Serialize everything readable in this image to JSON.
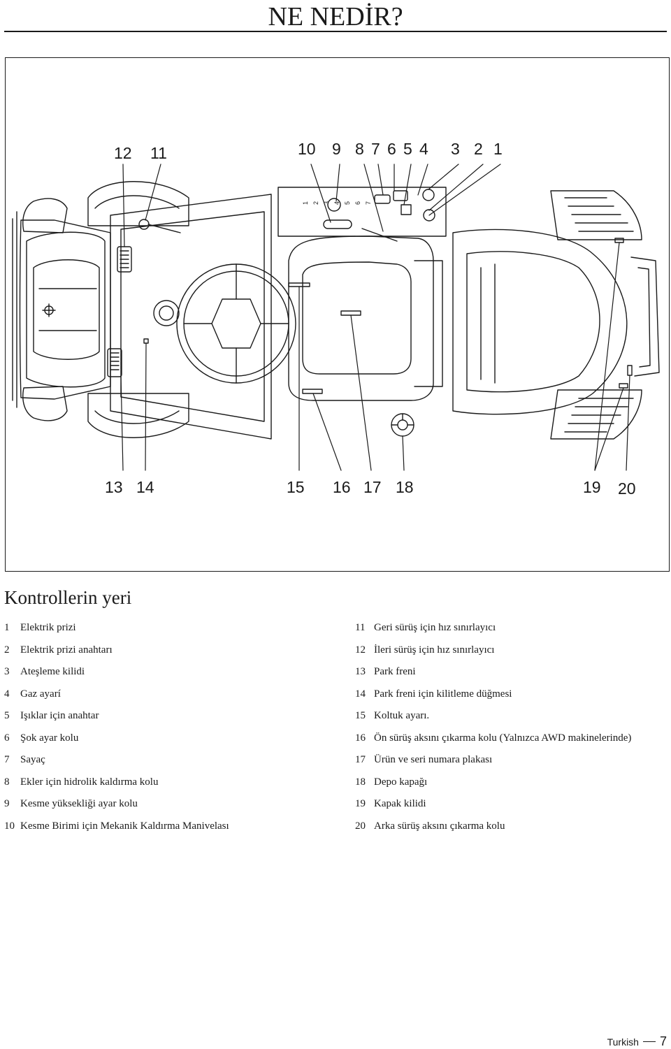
{
  "page": {
    "title": "NE NEDİR?",
    "footer_language": "Turkish",
    "page_number": "7"
  },
  "figure": {
    "callouts_top": [
      "12",
      "11",
      "10",
      "9",
      "8",
      "7",
      "6",
      "5",
      "4",
      "3",
      "2",
      "1"
    ],
    "callouts_bottom": [
      "13",
      "14",
      "15",
      "16",
      "17",
      "18",
      "19",
      "20"
    ],
    "panel_markings": [
      "1",
      "2",
      "3",
      "4",
      "5",
      "6",
      "7"
    ]
  },
  "section": {
    "heading": "Kontrollerin yeri"
  },
  "legend": {
    "left": [
      {
        "num": "1",
        "text": "Elektrik prizi"
      },
      {
        "num": "2",
        "text": "Elektrik prizi anahtarı"
      },
      {
        "num": "3",
        "text": "Ateşleme kilidi"
      },
      {
        "num": "4",
        "text": "Gaz ayarí"
      },
      {
        "num": "5",
        "text": "Işıklar için anahtar"
      },
      {
        "num": "6",
        "text": "Şok ayar kolu"
      },
      {
        "num": "7",
        "text": "Sayaç"
      },
      {
        "num": "8",
        "text": "Ekler için hidrolik kaldırma kolu"
      },
      {
        "num": "9",
        "text": "Kesme yüksekliği ayar kolu"
      },
      {
        "num": "10",
        "text": "Kesme Birimi için Mekanik Kaldırma Manivelası"
      }
    ],
    "right": [
      {
        "num": "11",
        "text": "Geri sürüş için hız sınırlayıcı"
      },
      {
        "num": "12",
        "text": "İleri sürüş için hız sınırlayıcı"
      },
      {
        "num": "13",
        "text": "Park freni"
      },
      {
        "num": "14",
        "text": "Park freni için kilitleme düğmesi"
      },
      {
        "num": "15",
        "text": "Koltuk ayarı."
      },
      {
        "num": "16",
        "text": "Ön sürüş aksını çıkarma kolu (Yalnızca AWD makinelerinde)"
      },
      {
        "num": "17",
        "text": "Ürün ve seri numara plakası"
      },
      {
        "num": "18",
        "text": "Depo kapağı"
      },
      {
        "num": "19",
        "text": "Kapak kilidi"
      },
      {
        "num": "20",
        "text": "Arka sürüş aksını çıkarma kolu"
      }
    ]
  }
}
